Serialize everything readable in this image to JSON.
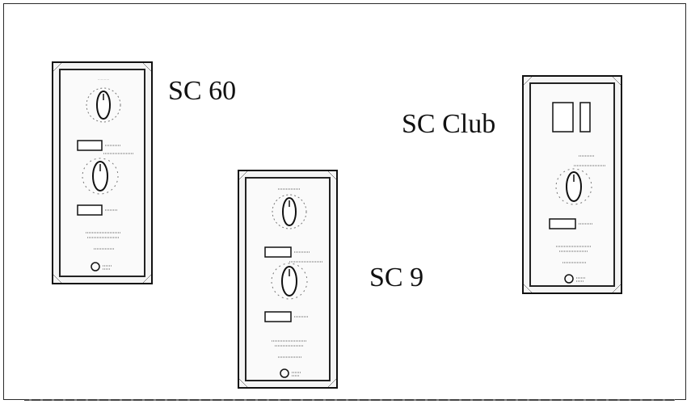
{
  "labels": {
    "sc60": "SC 60",
    "sc9": "SC 9",
    "sc_club": "SC Club"
  },
  "colors": {
    "ink": "#111111",
    "panel_face": "#fafafa",
    "background": "#ffffff"
  },
  "icons": [
    "timer-dial-icon",
    "temperature-dial-icon",
    "indicator-lamp-icon",
    "brand-logo-icon"
  ]
}
